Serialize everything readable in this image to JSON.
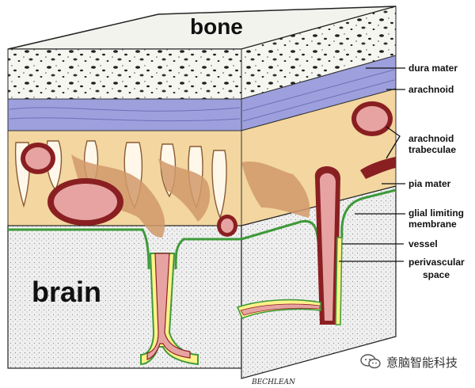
{
  "colors": {
    "bone": "#f4f4ef",
    "dura": "#9da0dd",
    "arachnoid_space": "#f3d6a0",
    "trabeculae": "#d29a6a",
    "vessel_red": "#8a1f22",
    "vessel_pink": "#e6a3a2",
    "pia_green": "#3e9a3a",
    "brain": "#eeeeee"
  },
  "labels": {
    "bone": "bone",
    "brain": "brain",
    "dura_mater": "dura mater",
    "arachnoid": "arachnoid",
    "arachnoid_trabeculae_1": "arachnoid",
    "arachnoid_trabeculae_2": "trabeculae",
    "pia_mater": "pia mater",
    "glial_limiting_1": "glial limiting",
    "glial_limiting_2": "membrane",
    "vessel": "vessel",
    "perivascular_1": "perivascular",
    "perivascular_2": "space",
    "signature": "BECHLEAN",
    "watermark": "意脑智能科技"
  },
  "icons": {
    "watermark_icon": "wechat-icon"
  }
}
